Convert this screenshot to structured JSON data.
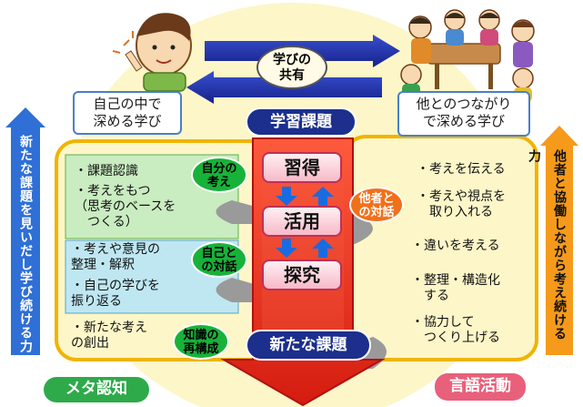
{
  "center_top": {
    "line1": "学びの",
    "line2": "共有"
  },
  "left_title": {
    "line1": "自己の中で",
    "line2": "深める学び"
  },
  "right_title": {
    "line1": "他とのつながり",
    "line2": "で深める学び"
  },
  "center_title": "学習課題",
  "left_side_vertical": "新たな課題を見いだし学び続ける力",
  "right_side_vertical": "他者と協働しながら考え続ける力",
  "left_items": [
    "・課題認識",
    "・考えをもつ\n（思考のベースを\n　つくる）",
    "・考えや意見の\n整理・解釈",
    "・自己の学びを\n振り返る",
    "・新たな考え\nの創出"
  ],
  "right_items": [
    "・考えを伝える",
    "・考えや視点を\n　取り入れる",
    "・違いを考える",
    "・整理・構造化\n　する",
    "・協力して\n　つくり上げる"
  ],
  "stages": [
    "習得",
    "活用",
    "探究"
  ],
  "green_labels": [
    {
      "line1": "自分の",
      "line2": "考え"
    },
    {
      "line1": "自己と",
      "line2": "の対話"
    },
    {
      "line1": "知識の",
      "line2": "再構成"
    }
  ],
  "orange_label": {
    "line1": "他者と",
    "line2": "の対話"
  },
  "new_task": "新たな課題",
  "bottom_left_label": "メタ認知",
  "bottom_right_label": "言語活動",
  "colors": {
    "navy": "#1c2f8c",
    "red_arrow": "#e8301c",
    "green": "#18b23a",
    "orange": "#f2701a",
    "cream": "#fdf6c8",
    "blue_border": "#4a7fc8",
    "pink": "#e8607a"
  },
  "icons": [
    "boy-pointing-illustration",
    "group-discussion-illustration"
  ]
}
